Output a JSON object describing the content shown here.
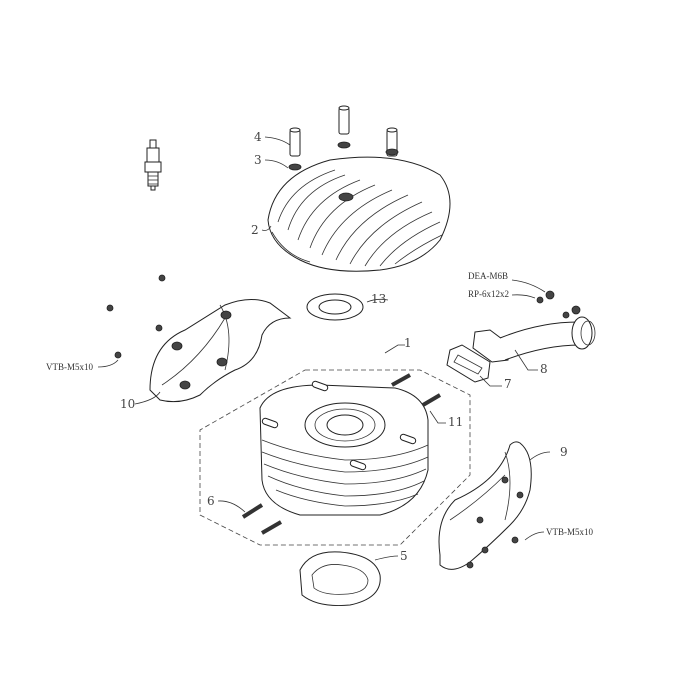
{
  "diagram": {
    "type": "exploded-parts-view",
    "subject": "engine cylinder and head assembly",
    "callouts": [
      {
        "id": "1",
        "label": "1",
        "part": "cylinder-kit-group"
      },
      {
        "id": "2",
        "label": "2",
        "part": "cylinder-head"
      },
      {
        "id": "3",
        "label": "3",
        "part": "washer"
      },
      {
        "id": "4",
        "label": "4",
        "part": "spacer-nut"
      },
      {
        "id": "5",
        "label": "5",
        "part": "base-gasket"
      },
      {
        "id": "6",
        "label": "6",
        "part": "stud"
      },
      {
        "id": "7",
        "label": "7",
        "part": "exhaust-gasket"
      },
      {
        "id": "8",
        "label": "8",
        "part": "exhaust-manifold"
      },
      {
        "id": "9",
        "label": "9",
        "part": "right-cowling"
      },
      {
        "id": "10",
        "label": "10",
        "part": "left-cowling"
      },
      {
        "id": "11",
        "label": "11",
        "part": "stud"
      },
      {
        "id": "13",
        "label": "13",
        "part": "head-gasket"
      }
    ],
    "codes": {
      "nut": "DEA-M6B",
      "washer": "RP-6x12x2",
      "screw_left": "VTB-M5x10",
      "screw_right": "VTB-M5x10"
    }
  }
}
